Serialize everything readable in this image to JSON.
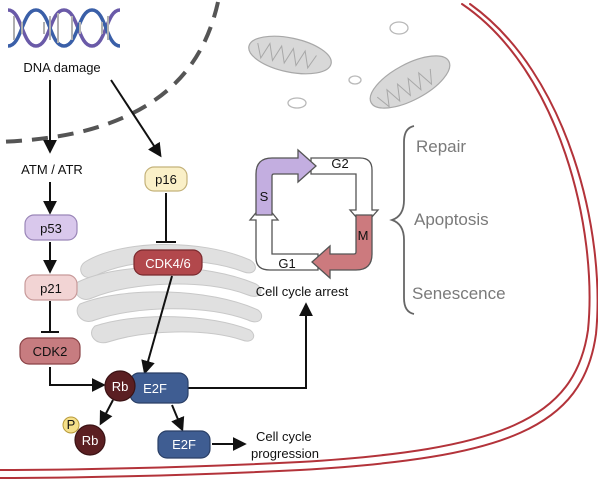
{
  "nodes": {
    "dna_damage": "DNA damage",
    "atm_atr": "ATM / ATR",
    "p16": "p16",
    "p53": "p53",
    "p21": "p21",
    "cdk46": "CDK4/6",
    "cdk2": "CDK2",
    "rb": "Rb",
    "e2f": "E2F",
    "p": "P",
    "rb_free": "Rb",
    "e2f_free": "E2F",
    "progression_line1": "Cell cycle",
    "progression_line2": "progression"
  },
  "cell_cycle": {
    "s": "S",
    "g2": "G2",
    "m": "M",
    "g1": "G1",
    "caption": "Cell cycle arrest"
  },
  "outcomes": [
    "Repair",
    "Apoptosis",
    "Senescence"
  ],
  "colors": {
    "p53_fill": "#d9c8ec",
    "p21_fill": "#f2d4d4",
    "p16_fill": "#faf0c8",
    "cdk4_fill": "#b2484c",
    "cdk2_fill": "#c77c80",
    "rb_fill": "#5b1f22",
    "e2f_fill": "#3f5d92",
    "phase_s": "#c3aee0",
    "phase_m": "#cc7a7e",
    "membrane": "#b3333a",
    "organelle": "#d8d8d8"
  }
}
